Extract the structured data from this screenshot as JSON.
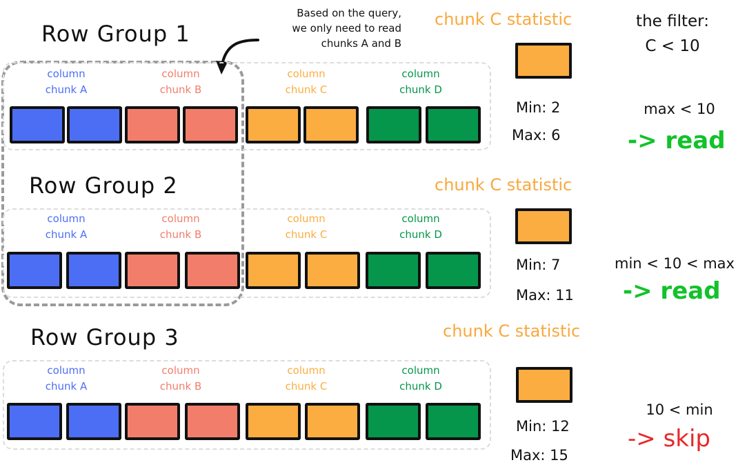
{
  "colors": {
    "chunk_a": "#4c6ef5",
    "chunk_b": "#f27d6b",
    "chunk_c": "#fbad41",
    "chunk_d": "#05964b",
    "stat_title": "#f9a83e",
    "read": "#12c22a",
    "skip": "#e8282a"
  },
  "annotation": {
    "line1": "Based on the query,",
    "line2": "we only need to read",
    "line3": "chunks A and B",
    "arrow_icon": "curved-arrow-down"
  },
  "filter": {
    "title": "the filter:",
    "expression": "C < 10"
  },
  "column_labels": {
    "a": {
      "line1": "column",
      "line2": "chunk A"
    },
    "b": {
      "line1": "column",
      "line2": "chunk B"
    },
    "c": {
      "line1": "column",
      "line2": "chunk C"
    },
    "d": {
      "line1": "column",
      "line2": "chunk D"
    }
  },
  "row_groups": [
    {
      "title": "Row Group 1",
      "stat_title": "chunk C statistic",
      "min": "Min: 2",
      "max": "Max: 6",
      "condition": "max < 10",
      "verdict": "-> read"
    },
    {
      "title": "Row Group 2",
      "stat_title": "chunk C statistic",
      "min": "Min: 7",
      "max": "Max: 11",
      "condition": "min < 10 < max",
      "verdict": "-> read"
    },
    {
      "title": "Row Group 3",
      "stat_title": "chunk C statistic",
      "min": "Min: 12",
      "max": "Max: 15",
      "condition": "10 < min",
      "verdict": "-> skip"
    }
  ]
}
